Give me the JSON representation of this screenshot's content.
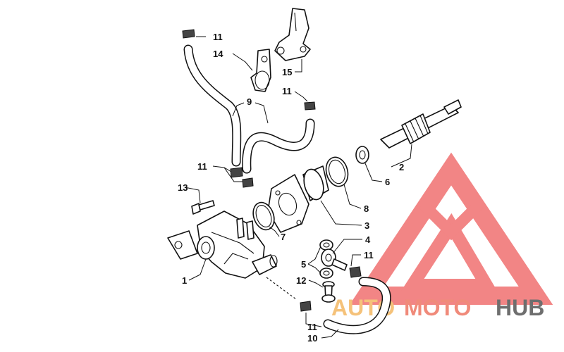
{
  "diagram": {
    "part_labels": [
      "1",
      "2",
      "3",
      "4",
      "5",
      "6",
      "7",
      "8",
      "9",
      "10",
      "11",
      "12",
      "13",
      "14",
      "15"
    ],
    "clamp_label": "11"
  },
  "watermark": {
    "text_auto": "AUTO",
    "text_moto": "MOTO",
    "text_hub": "HUB",
    "color_auto": "#f5c27a",
    "color_moto": "#f08a7a",
    "color_hub": "#6e6e6e",
    "logo_color": "#f07070"
  }
}
